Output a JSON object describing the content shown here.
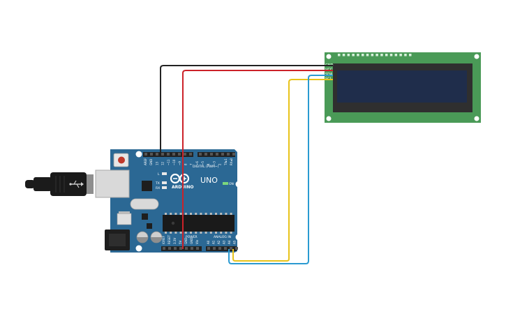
{
  "arduino": {
    "brand": "ARDUINO",
    "model": "UNO",
    "on_label": "ON",
    "tx_label": "TX",
    "rx_label": "RX",
    "l_label": "L",
    "digital_label": "DIGITAL (PWM~)",
    "power_label": "POWER",
    "analog_label": "ANALOG IN",
    "digital_pins": [
      "AREF",
      "GND",
      "13",
      "12",
      "~11",
      "~10",
      "~9",
      "8",
      "7",
      "~6",
      "~5",
      "4",
      "~3",
      "2",
      "TX▸1",
      "RX◂0"
    ],
    "power_pins": [
      "IOREF",
      "RESET",
      "3.3V",
      "5V",
      "GND",
      "GND",
      "Vin"
    ],
    "analog_pins": [
      "A0",
      "A1",
      "A2",
      "A3",
      "A4",
      "A5"
    ]
  },
  "lcd": {
    "pin_labels": [
      "GND",
      "VCC",
      "SDA",
      "SCL"
    ]
  },
  "colors": {
    "board": "#2b6894",
    "lcd_pcb": "#4a9a57",
    "lcd_screen": "#1f2d4b",
    "wire_gnd": "#222222",
    "wire_vcc": "#cc2229",
    "wire_sda": "#e8c31a",
    "wire_scl": "#2a9ad1"
  }
}
